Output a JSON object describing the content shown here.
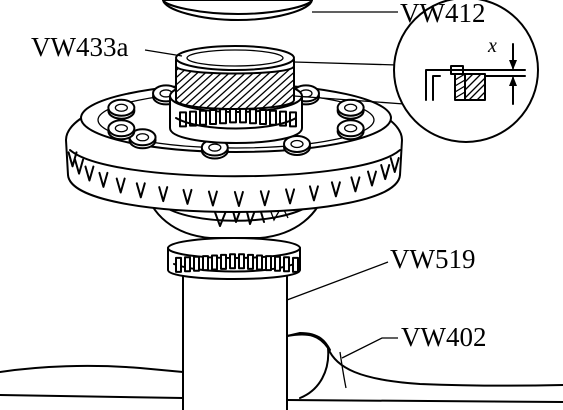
{
  "labels": {
    "vw412": "VW412",
    "vw433a": "VW433a",
    "vw519": "VW519",
    "vw402": "VW402"
  },
  "detail": {
    "dimension": "x"
  },
  "colors": {
    "line": "#000000",
    "background": "#ffffff"
  }
}
